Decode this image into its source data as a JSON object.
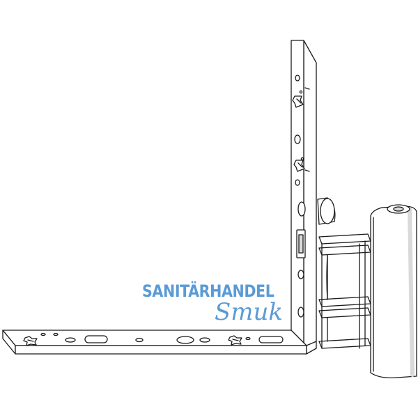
{
  "watermark": {
    "line1": "SANITÄRHANDEL",
    "line2": "Smuk",
    "color": "#5b9bd5"
  },
  "drawing": {
    "subject": "angle-hinge-bracket-line-drawing",
    "stroke_color": "#1a1a1a",
    "fill_color": "#ffffff",
    "shade_color": "#d9d9d9"
  }
}
